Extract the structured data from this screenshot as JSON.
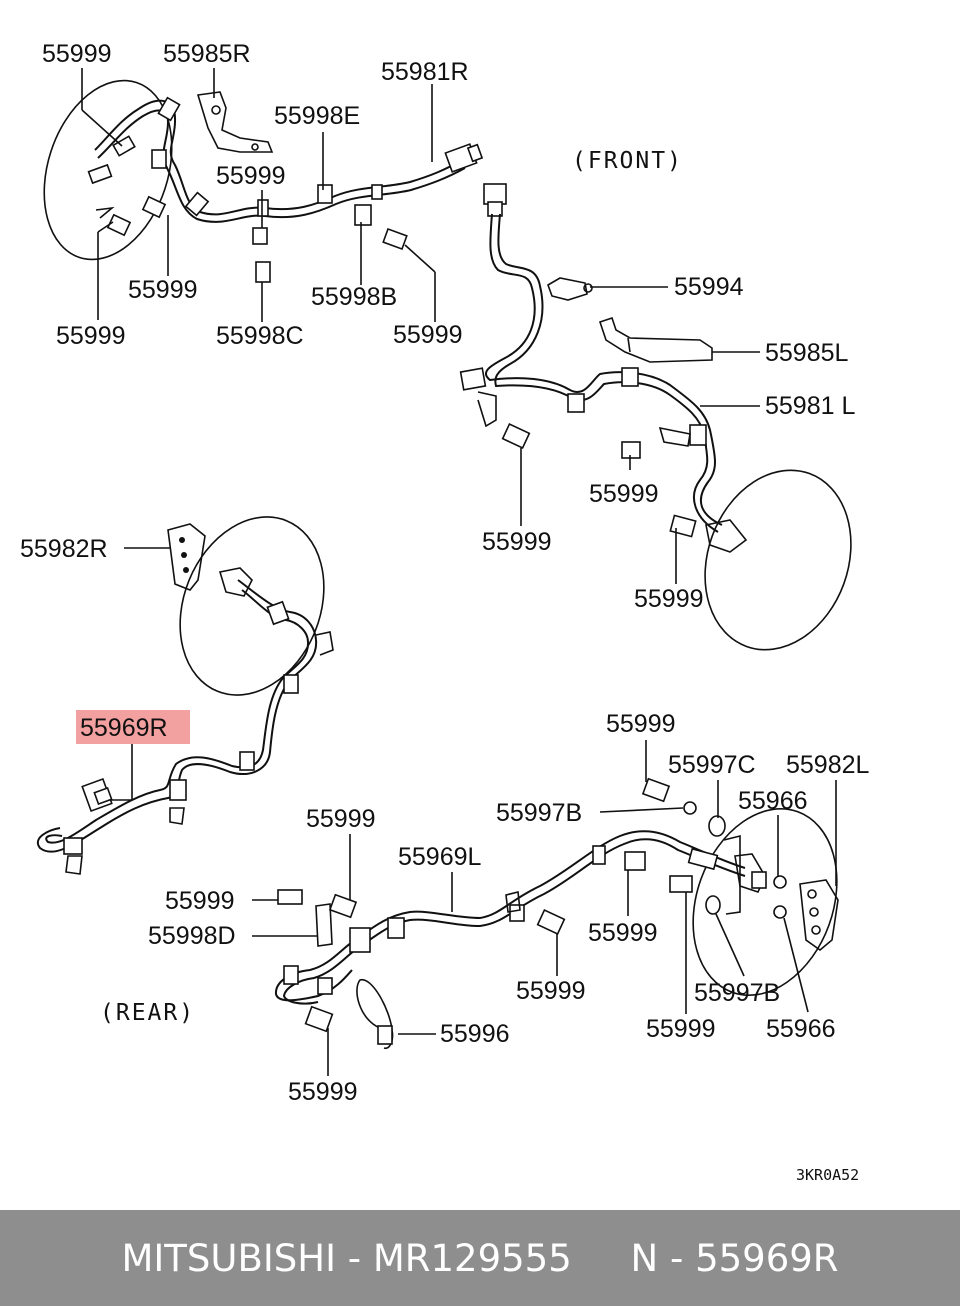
{
  "highlight_color": "#f2a0a0",
  "footer_color": "#8e8e8e",
  "labels": {
    "front_note": "(FRONT)",
    "rear_note": "(REAR)",
    "drawing_code": "3KR0A52",
    "p55999": "55999",
    "p55985R": "55985R",
    "p55981R": "55981R",
    "p55998E": "55998E",
    "p55998B": "55998B",
    "p55998C": "55998C",
    "p55994": "55994",
    "p55985L": "55985L",
    "p55981L": "55981 L",
    "p55982R": "55982R",
    "p55969R": "55969R",
    "p55997C": "55997C",
    "p55982L": "55982L",
    "p55997B": "55997B",
    "p55966": "55966",
    "p55969L": "55969L",
    "p55998D": "55998D",
    "p55996": "55996"
  },
  "footer": {
    "text": "MITSUBISHI - MR129555     N - 55969R"
  }
}
